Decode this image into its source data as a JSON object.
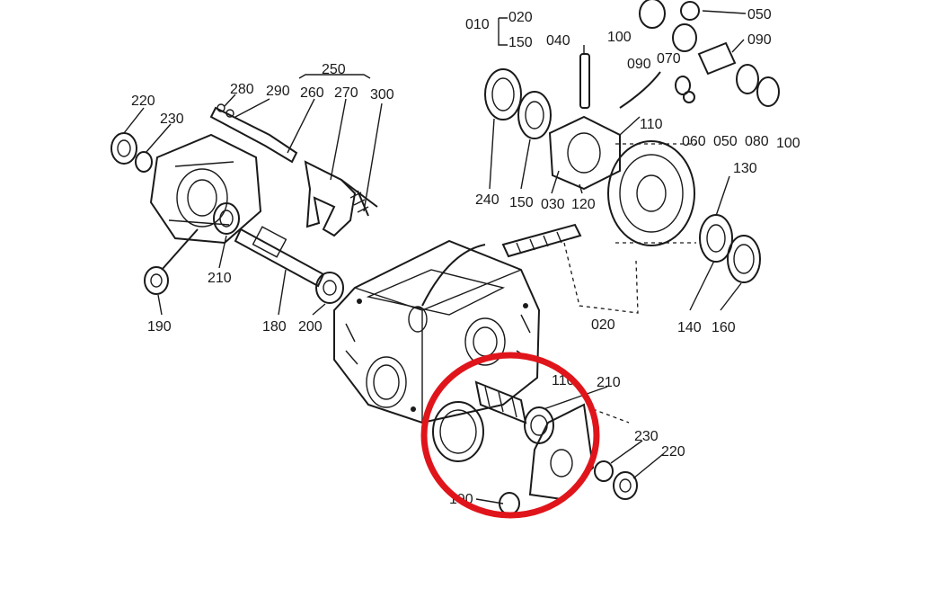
{
  "labels": {
    "l010": "010",
    "l020a": "020",
    "l150a": "150",
    "l040": "040",
    "l100a": "100",
    "l050a": "050",
    "l090a": "090",
    "l090b": "090",
    "l070": "070",
    "l110a": "110",
    "l060": "060",
    "l050b": "050",
    "l080": "080",
    "l100b": "100",
    "l130": "130",
    "l240": "240",
    "l150b": "150",
    "l030": "030",
    "l120": "120",
    "l020b": "020",
    "l140": "140",
    "l160": "160",
    "l250": "250",
    "l280": "280",
    "l290": "290",
    "l260": "260",
    "l270": "270",
    "l300": "300",
    "l220a": "220",
    "l230a": "230",
    "l210a": "210",
    "l190a": "190",
    "l180": "180",
    "l200": "200",
    "l110b": "110",
    "l210b": "210",
    "l230b": "230",
    "l220b": "220",
    "l190b": "190"
  },
  "highlight": {
    "color": "#e0151b",
    "shape": "circle"
  },
  "ink_color": "#1a1a1a"
}
